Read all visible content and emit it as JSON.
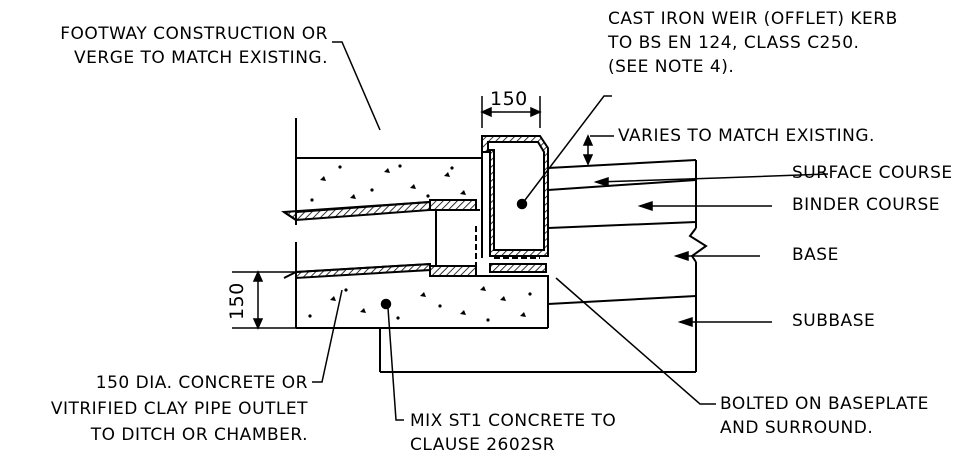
{
  "labels": {
    "footway": [
      "FOOTWAY CONSTRUCTION OR",
      "VERGE TO MATCH EXISTING."
    ],
    "kerb": [
      "CAST IRON WEIR (OFFLET) KERB",
      "TO BS EN 124, CLASS C250.",
      "(SEE NOTE 4)."
    ],
    "varies": "VARIES TO MATCH EXISTING.",
    "surface_course": "SURFACE COURSE",
    "binder_course": "BINDER COURSE",
    "base": "BASE",
    "subbase": "SUBBASE",
    "pipe": [
      "150 DIA. CONCRETE OR",
      "VITRIFIED CLAY PIPE OUTLET",
      "TO DITCH OR CHAMBER."
    ],
    "concrete": [
      "MIX ST1 CONCRETE TO",
      "CLAUSE 2602SR"
    ],
    "baseplate": [
      "BOLTED ON BASEPLATE",
      "AND SURROUND."
    ]
  },
  "dimensions": {
    "kerb_width": "150",
    "pipe_height": "150"
  }
}
